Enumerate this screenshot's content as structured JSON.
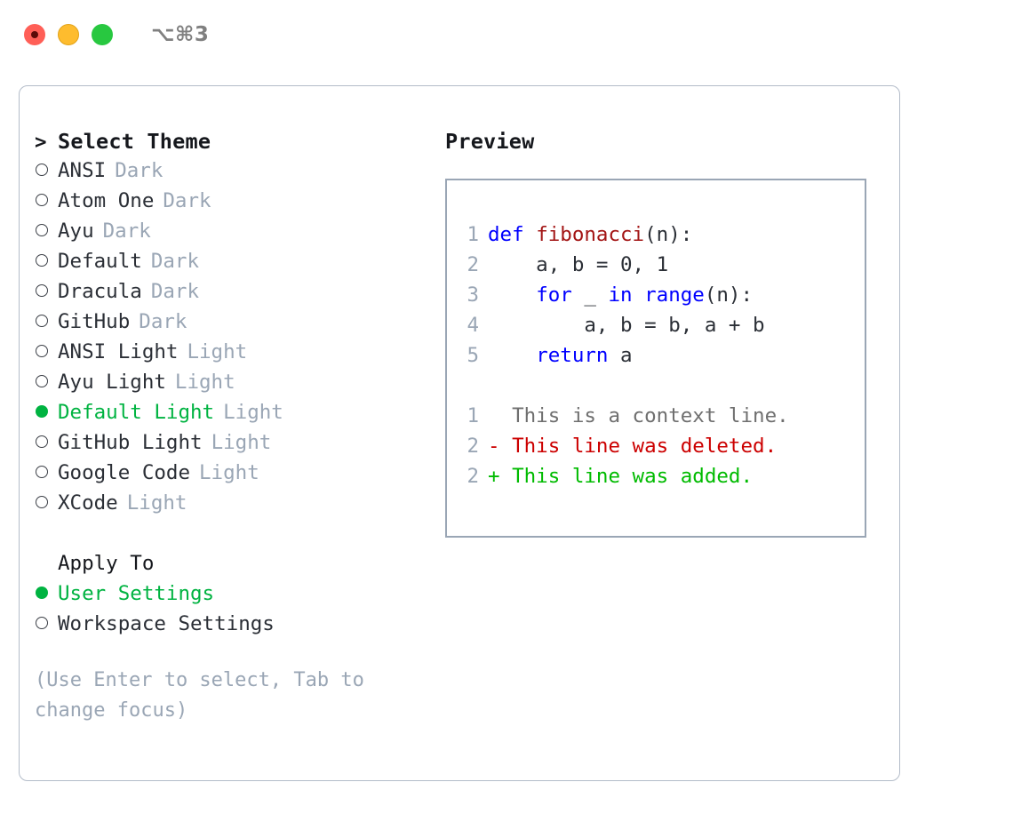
{
  "titlebar": {
    "shortcut": "⌥⌘3",
    "buttons": [
      {
        "name": "close",
        "color": "#ff5f57"
      },
      {
        "name": "minimize",
        "color": "#febc2e"
      },
      {
        "name": "maximize",
        "color": "#28c840"
      }
    ]
  },
  "left": {
    "header_marker": ">",
    "header_title": "Select Theme",
    "themes": [
      {
        "marker": "o",
        "name": "ANSI",
        "variant": "Dark",
        "selected": false
      },
      {
        "marker": "o",
        "name": "Atom One",
        "variant": "Dark",
        "selected": false
      },
      {
        "marker": "o",
        "name": "Ayu",
        "variant": "Dark",
        "selected": false
      },
      {
        "marker": "o",
        "name": "Default",
        "variant": "Dark",
        "selected": false
      },
      {
        "marker": "o",
        "name": "Dracula",
        "variant": "Dark",
        "selected": false
      },
      {
        "marker": "o",
        "name": "GitHub",
        "variant": "Dark",
        "selected": false
      },
      {
        "marker": "o",
        "name": "ANSI Light",
        "variant": "Light",
        "selected": false
      },
      {
        "marker": "o",
        "name": "Ayu Light",
        "variant": "Light",
        "selected": false
      },
      {
        "marker": "●",
        "name": "Default Light",
        "variant": "Light",
        "selected": true
      },
      {
        "marker": "o",
        "name": "GitHub Light",
        "variant": "Light",
        "selected": false
      },
      {
        "marker": "o",
        "name": "Google Code",
        "variant": "Light",
        "selected": false
      },
      {
        "marker": "o",
        "name": "XCode",
        "variant": "Light",
        "selected": false
      }
    ],
    "apply_to_heading": "Apply To",
    "apply_to_options": [
      {
        "marker": "●",
        "name": "User Settings",
        "selected": true
      },
      {
        "marker": "o",
        "name": "Workspace Settings",
        "selected": false
      }
    ],
    "help_text": "(Use Enter to select, Tab to change focus)"
  },
  "right": {
    "preview_title": "Preview",
    "code_lines": [
      {
        "num": "1",
        "tokens": [
          {
            "text": "def ",
            "kind": "kw"
          },
          {
            "text": "fibonacci",
            "kind": "fn"
          },
          {
            "text": "(n):",
            "kind": "plain"
          }
        ]
      },
      {
        "num": "2",
        "tokens": [
          {
            "text": "    a, b = 0, 1",
            "kind": "plain"
          }
        ]
      },
      {
        "num": "3",
        "tokens": [
          {
            "text": "    ",
            "kind": "plain"
          },
          {
            "text": "for",
            "kind": "kw"
          },
          {
            "text": " _ ",
            "kind": "plain"
          },
          {
            "text": "in",
            "kind": "kw"
          },
          {
            "text": " ",
            "kind": "plain"
          },
          {
            "text": "range",
            "kind": "kw"
          },
          {
            "text": "(n):",
            "kind": "plain"
          }
        ]
      },
      {
        "num": "4",
        "tokens": [
          {
            "text": "        a, b = b, a + b",
            "kind": "plain"
          }
        ]
      },
      {
        "num": "5",
        "tokens": [
          {
            "text": "    ",
            "kind": "plain"
          },
          {
            "text": "return",
            "kind": "kw"
          },
          {
            "text": " a",
            "kind": "plain"
          }
        ]
      }
    ],
    "diff_lines": [
      {
        "num": "1",
        "sign": "  ",
        "text": "This is a context line.",
        "kind": "ctx"
      },
      {
        "num": "2",
        "sign": "- ",
        "text": "This line was deleted.",
        "kind": "del"
      },
      {
        "num": "2",
        "sign": "+ ",
        "text": "This line was added.",
        "kind": "add"
      }
    ]
  },
  "colors": {
    "accent_green": "#00b341",
    "keyword_blue": "#0000ff",
    "function_red": "#a31515",
    "diff_delete": "#cc0000",
    "diff_add": "#00bb00",
    "muted": "#9aa6b5",
    "border": "#b3bcc9"
  }
}
